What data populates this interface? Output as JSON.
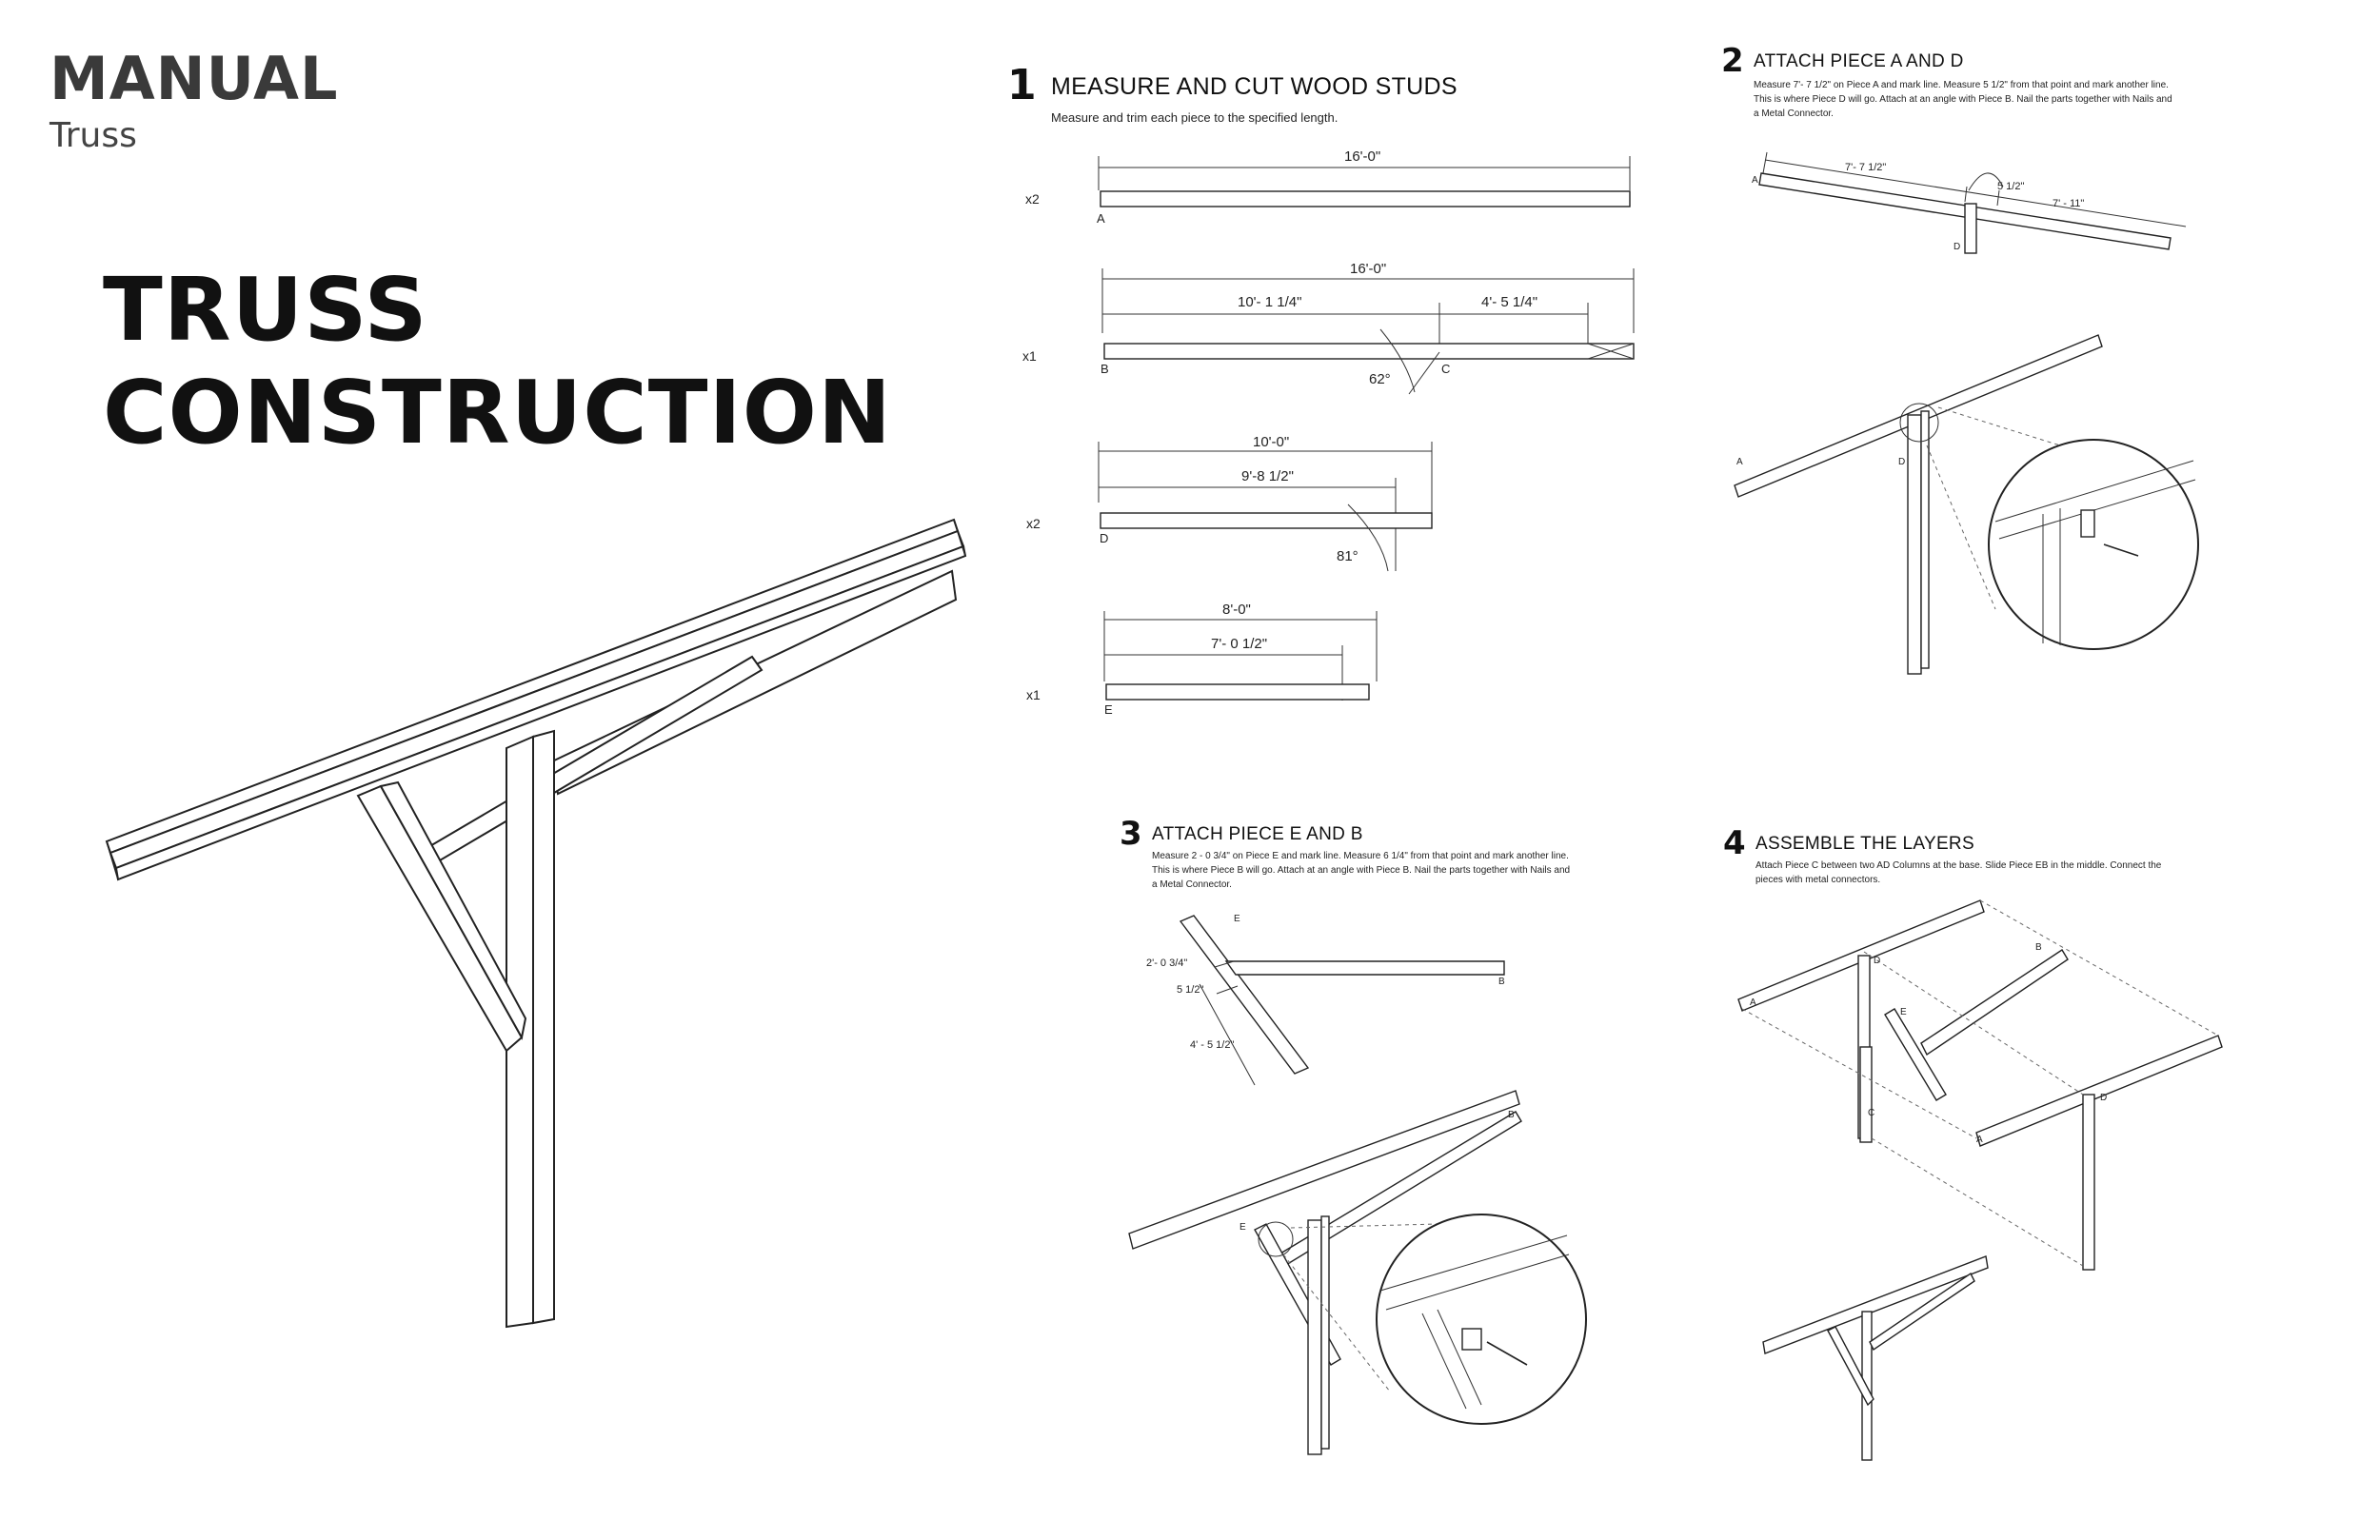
{
  "header": {
    "brand": "MANUAL",
    "subtitle": "Truss"
  },
  "hero": {
    "line1": "TRUSS",
    "line2": "CONSTRUCTION"
  },
  "steps": [
    {
      "number": "1",
      "title": "MEASURE AND CUT WOOD STUDS",
      "desc": "Measure and trim each piece to the specified length."
    },
    {
      "number": "2",
      "title": "ATTACH PIECE A AND D",
      "desc1": "Measure 7'- 7 1/2\" on Piece A and mark line. Measure 5 1/2\" from that point and mark another line.",
      "desc2": "This is where Piece D will go. Attach at an angle with Piece B. Nail the parts together with Nails and",
      "desc3": "a Metal Connector."
    },
    {
      "number": "3",
      "title": "ATTACH PIECE E AND B",
      "desc1": "Measure 2 - 0 3/4\" on Piece E and mark line. Measure 6 1/4\" from that point and mark another line.",
      "desc2": "This is where Piece B will go. Attach at an angle with Piece B. Nail the parts together with Nails and",
      "desc3": "a Metal Connector."
    },
    {
      "number": "4",
      "title": "ASSEMBLE THE LAYERS",
      "desc1": "Attach Piece C between two AD Columns at the base. Slide Piece EB in the middle. Connect the",
      "desc2": "pieces with metal connectors."
    }
  ],
  "cuts": {
    "a": {
      "qty": "x2",
      "total": "16'-0\"",
      "label": "A"
    },
    "b": {
      "qty": "x1",
      "total": "16'-0\"",
      "seg1": "10'- 1 1/4\"",
      "seg2": "4'- 5 1/4\"",
      "angle": "62°",
      "label": "B",
      "label2": "C"
    },
    "d": {
      "qty": "x2",
      "total": "10'-0\"",
      "seg1": "9'-8 1/2\"",
      "angle": "81°",
      "label": "D"
    },
    "e": {
      "qty": "x1",
      "total": "8'-0\"",
      "seg1": "7'- 0 1/2\"",
      "label": "E"
    }
  },
  "step2_dims": {
    "d1": "7'- 7 1/2\"",
    "d2": "5 1/2\"",
    "d3": "7' - 11\"",
    "la": "A",
    "ld": "D",
    "la2": "A",
    "ld2": "D"
  },
  "step3_dims": {
    "d1": "2'- 0 3/4\"",
    "d2": "5 1/2\"",
    "d3": "4' - 5 1/2\"",
    "le": "E",
    "lb": "B",
    "lb2": "B",
    "le2": "E"
  },
  "step4_labels": {
    "a1": "A",
    "d1": "D",
    "e": "E",
    "b": "B",
    "c": "C",
    "a2": "A",
    "d2": "D"
  }
}
